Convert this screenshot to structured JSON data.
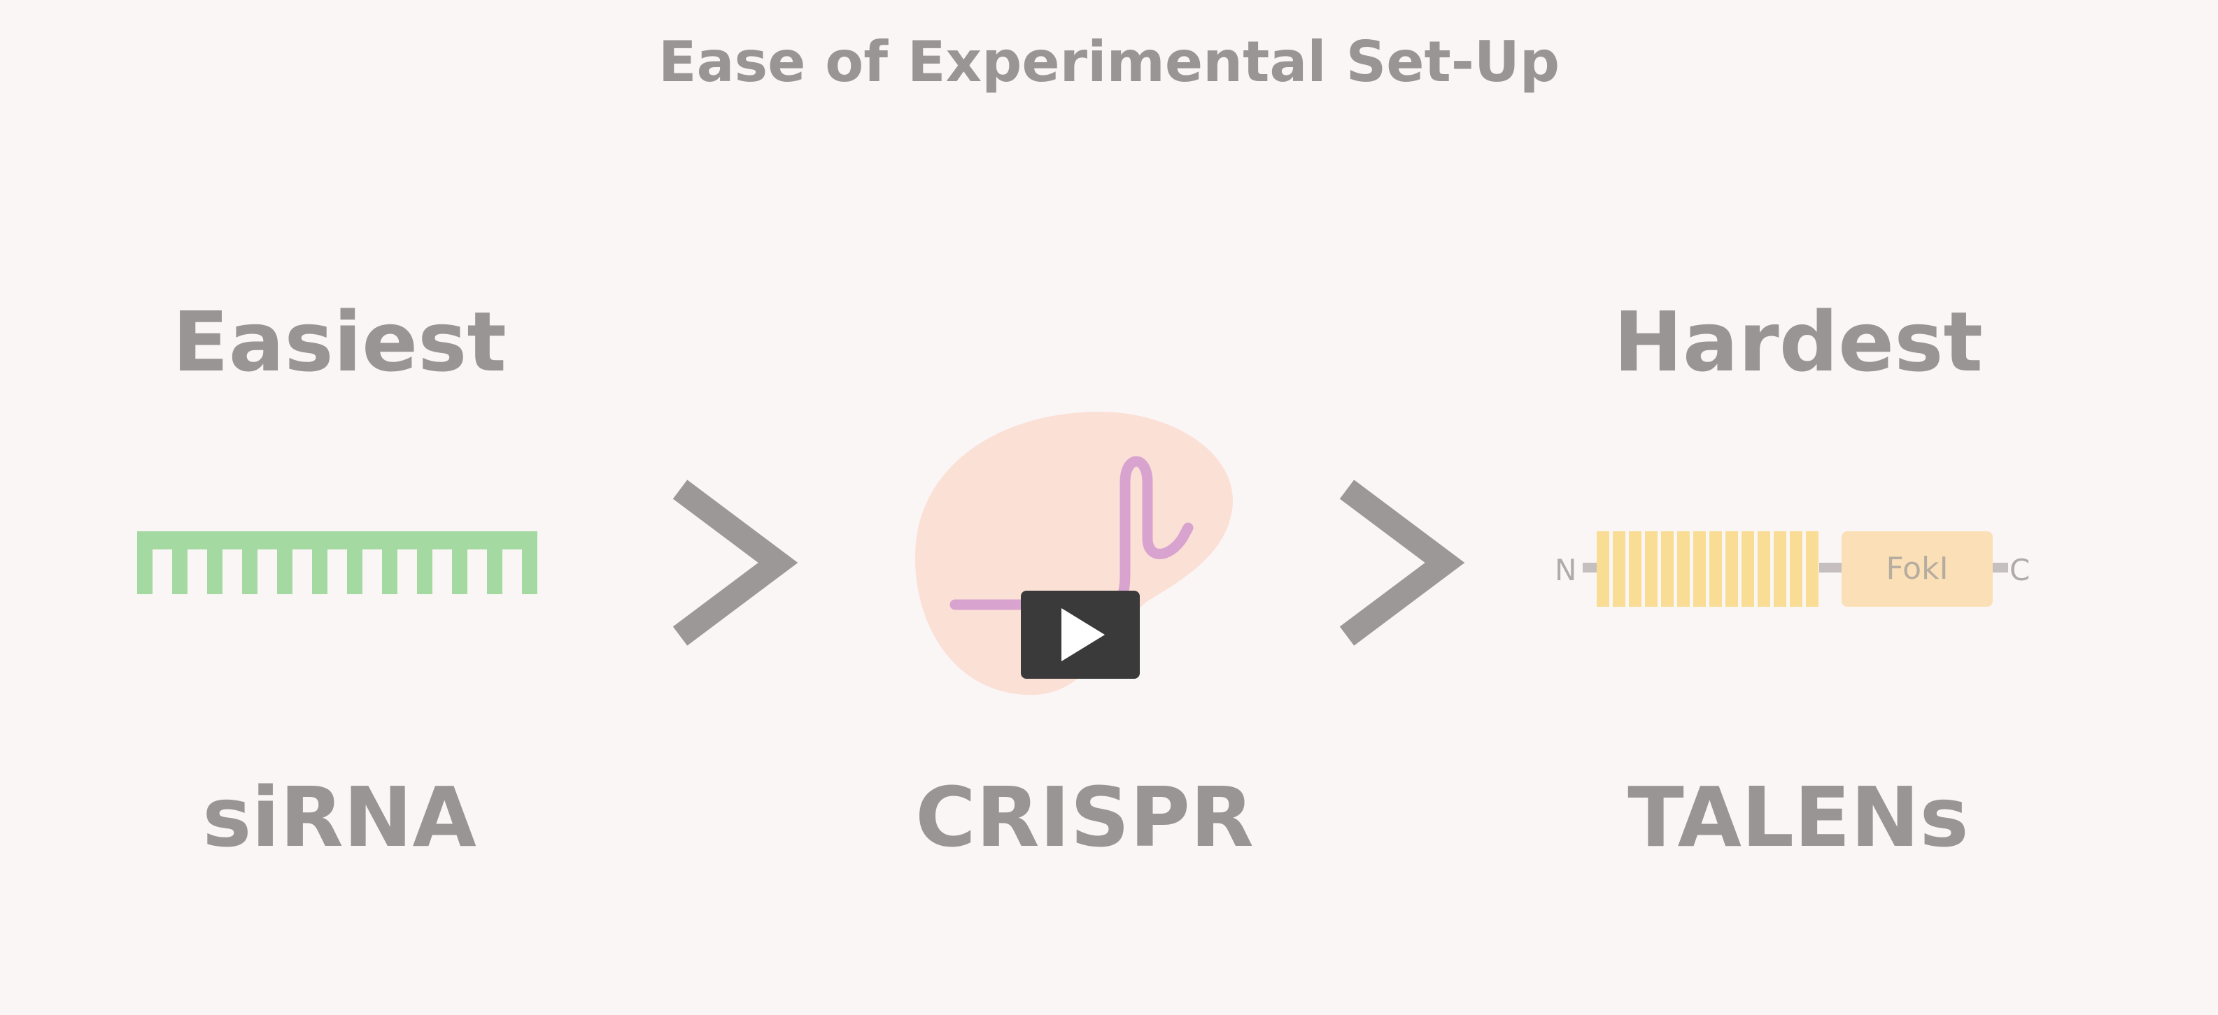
{
  "title": "Ease of Experimental Set-Up",
  "scale": {
    "left": "Easiest",
    "right": "Hardest"
  },
  "methods": [
    {
      "name": "siRNA",
      "color": "#a5d9a2"
    },
    {
      "name": "CRISPR",
      "color": "#d8a3cf",
      "blob_color": "#fbe0d6"
    },
    {
      "name": "TALENs",
      "color": "#fadd94"
    }
  ],
  "comparators": [
    ">",
    ">"
  ],
  "talen_domain": {
    "label": "FokI",
    "n_terminus": "N",
    "c_terminus": "C"
  },
  "player": {
    "play_icon": "play-icon"
  }
}
